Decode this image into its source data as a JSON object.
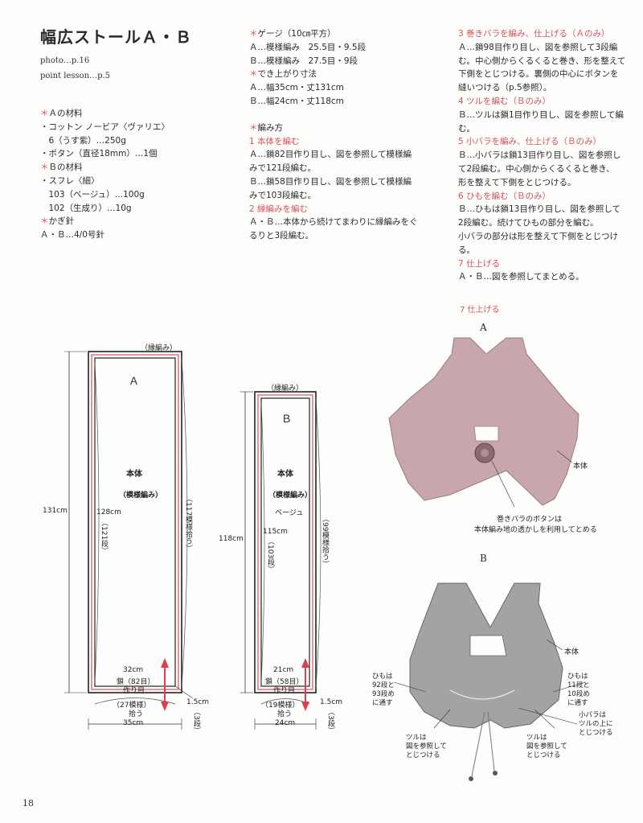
{
  "header": {
    "title": "幅広ストールＡ・Ｂ",
    "photo": "photo…p.16",
    "point": "point lesson…p.5"
  },
  "materials": {
    "a_heading": "Ａの材料",
    "a_items": [
      "・コットン ノービア〈ヴァリエ〉",
      "　6（うす紫）…250g",
      "・ボタン（直径18mm）…1個"
    ],
    "b_heading": "Ｂの材料",
    "b_items": [
      "・スフレ〈細〉",
      "　103（ベージュ）…100g",
      "　102（生成り）…10g"
    ],
    "hook_heading": "かぎ針",
    "hook_value": "Ａ・Ｂ…4/0号針"
  },
  "gauge": {
    "heading": "ゲージ（10㎝平方）",
    "lines": [
      "Ａ…模様編み　25.5目・9.5段",
      "Ｂ…模様編み　27.5目・9段"
    ]
  },
  "finished": {
    "heading": "でき上がり寸法",
    "lines": [
      "Ａ…幅35cm・丈131cm",
      "Ｂ…幅24cm・丈118cm"
    ]
  },
  "method": {
    "heading": "編み方",
    "step1_title": "1 本体を編む",
    "step1_lines": [
      "Ａ…鎖82目作り目し、図を参照して模様編",
      "みで121段編む。",
      "Ｂ…鎖58目作り目し、図を参照して模様編",
      "みで103段編む。"
    ],
    "step2_title": "2 縁編みを編む",
    "step2_lines": [
      "Ａ・Ｂ…本体から続けてまわりに縁編みをぐ",
      "るりと3段編む。"
    ]
  },
  "steps_right": {
    "s3_title": "3 巻きバラを編み、仕上げる（Ａのみ）",
    "s3_lines": [
      "Ａ…鎖98目作り目し、図を参照して3段編",
      "む。中心側からくるくると巻き、形を整えて",
      "下側をとじつける。裏側の中心にボタンを",
      "縫いつける（p.5参照）。"
    ],
    "s4_title": "4 ツルを編む（Ｂのみ）",
    "s4_lines": [
      "Ｂ…ツルは鎖1目作り目し、図を参照して編",
      "む。"
    ],
    "s5_title": "5 小バラを編み、仕上げる（Ｂのみ）",
    "s5_lines": [
      "Ｂ…小バラは鎖13目作り目し、図を参照し",
      "て2段編む。中心側からくるくると巻き、",
      "形を整えて下側をとじつける。"
    ],
    "s6_title": "6 ひもを編む（Ｂのみ）",
    "s6_lines": [
      "Ｂ…ひもは鎖13目作り目し、図を参照して",
      "2段編む。続けてひもの部分を編む。",
      "小バラの部分は形を整えて下側をとじつけ",
      "る。"
    ],
    "s7_title": "7 仕上げる",
    "s7_lines": [
      "Ａ・Ｂ…図を参照してまとめる。"
    ]
  },
  "diagram_a": {
    "edge_label": "（縁編み）",
    "letter": "Ａ",
    "body": "本体",
    "pattern": "（模様編み）",
    "height_total": "131cm",
    "height_inner": "128cm",
    "rows": "（121段）",
    "side_pick": "（117模様拾う）",
    "bottom_w": "32cm",
    "chain": "鎖（82目）",
    "chain2": "作り目",
    "bottom_pick": "（27模様）",
    "bottom_pick2": "拾う",
    "width_total": "35cm",
    "edge_w": "1.5cm",
    "edge_rows": "（3段）"
  },
  "diagram_b": {
    "edge_label": "（縁編み）",
    "letter": "Ｂ",
    "body": "本体",
    "pattern": "（模様編み）",
    "color": "ベージュ",
    "height_total": "118cm",
    "height_inner": "115cm",
    "rows": "（103段）",
    "side_pick": "（99模様拾う）",
    "bottom_w": "21cm",
    "chain": "鎖（58目）",
    "chain2": "作り目",
    "bottom_pick": "（19模様）",
    "bottom_pick2": "拾う",
    "width_total": "24cm",
    "edge_w": "1.5cm",
    "edge_rows": "（3段）"
  },
  "finish_illus": {
    "heading": "7 仕上げる",
    "a_label": "A",
    "a_body": "本体",
    "a_note1": "巻きバラのボタンは",
    "a_note2": "本体編み地の透かしを利用してとめる",
    "b_label": "B",
    "b_body": "本体",
    "b_left_note": [
      "ひもは",
      "92段と",
      "93段め",
      "に通す"
    ],
    "b_right_note": [
      "ひもは",
      "11段と",
      "10段め",
      "に通す"
    ],
    "b_rose_note": [
      "小バラは",
      "ツルの上に",
      "とじつける"
    ],
    "b_tsuru_left": [
      "ツルは",
      "図を参照して",
      "とじつける"
    ],
    "b_tsuru_right": [
      "ツルは",
      "図を参照して",
      "とじつける"
    ]
  },
  "colors": {
    "accent": "#d6535b",
    "shawl_a": "#c7a6ad",
    "shawl_b": "#a3a3a3"
  },
  "page_number": "18"
}
